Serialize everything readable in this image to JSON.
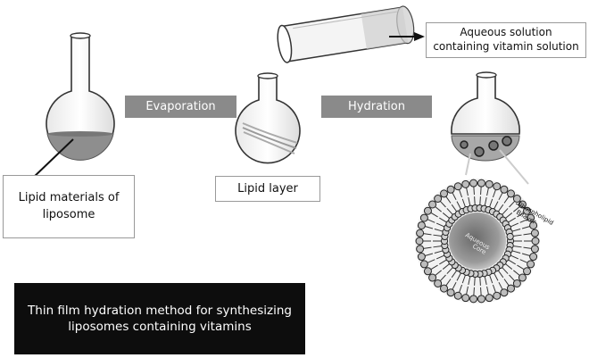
{
  "steps": {
    "evaporation": "Evaporation",
    "hydration": "Hydration"
  },
  "labels": {
    "lipid_materials": "Lipid materials of liposome",
    "lipid_layer": "Lipid layer",
    "aqueous_solution": "Aqueous solution containing vitamin solution",
    "phospholipid": "Phospholipid",
    "bilayer": "Bilayer",
    "aqueous": "Aqueous",
    "core": "Core"
  },
  "caption": "Thin film hydration method for synthesizing liposomes containing vitamins"
}
